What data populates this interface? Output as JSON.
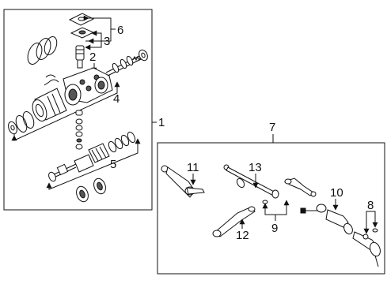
{
  "callouts": {
    "c1": "1",
    "c2": "2",
    "c3": "3",
    "c4": "4",
    "c5": "5",
    "c6": "6",
    "c7": "7",
    "c8": "8",
    "c9": "9",
    "c10": "10",
    "c11": "11",
    "c12": "12",
    "c13": "13"
  },
  "colors": {
    "ink": "#111111",
    "paper": "#ffffff",
    "shade": "#555555"
  }
}
